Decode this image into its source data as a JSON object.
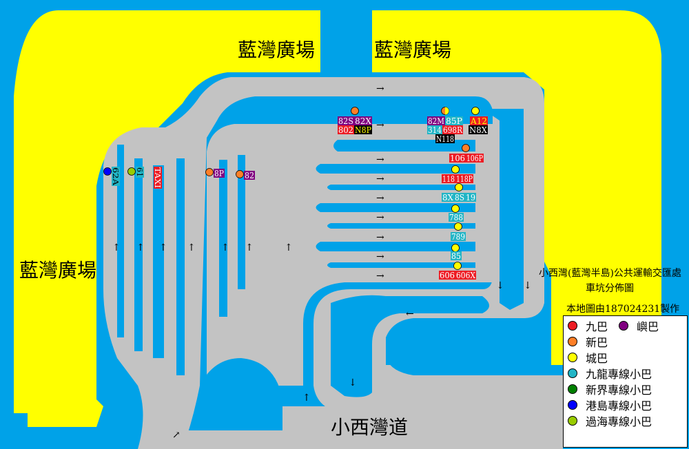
{
  "map": {
    "title_line1": "小西灣(藍灣半島)公共運輸交匯處",
    "title_line2": "車坑分佈圖",
    "credit": "本地圖由187024231製作",
    "place_labels": {
      "mall_top_left": "藍灣廣場",
      "mall_top_right": "藍灣廣場",
      "mall_left": "藍灣廣場",
      "road": "小西灣道"
    },
    "colors": {
      "water": "#00a2e8",
      "land": "#ffff00",
      "road": "#c3c3c3",
      "kmb": "#ed1c24",
      "nwfb": "#ff7f27",
      "ctb": "#ffff00",
      "lantau": "#800080",
      "kowloon_minibus": "#22b5c6",
      "nt_minibus": "#008000",
      "hk_minibus": "#0000ff",
      "cross_harbour_minibus": "#99cc00"
    },
    "arrows": {
      "right": "→",
      "left": "←",
      "up": "↑",
      "down": "↓",
      "up_right": "↗"
    },
    "route_tags": {
      "r82S": "82S",
      "r82X": "82X",
      "r802": "802",
      "rN8P": "N8P",
      "r82M": "82M",
      "r85P": "85P",
      "r314": "314",
      "r698R": "698R",
      "rN118": "N118",
      "rA12": "A12",
      "rN8X": "N8X",
      "r106": "106",
      "r106P": "106P",
      "r118": "118",
      "r118P": "118P",
      "r8X": "8X",
      "r8S": "8S",
      "r19": "19",
      "r788": "788",
      "r789": "789",
      "r85": "85",
      "r606": "606",
      "r606X": "606X",
      "r8P": "8P",
      "r82": "82",
      "r62A": "62A",
      "r61": "61",
      "rTAXI": "TAXI"
    }
  },
  "legend": {
    "items": [
      {
        "label": "九巴",
        "color": "#ed1c24"
      },
      {
        "label": "嶼巴",
        "color": "#800080"
      },
      {
        "label": "新巴",
        "color": "#ff7f27"
      },
      {
        "label": "城巴",
        "color": "#ffff00"
      },
      {
        "label": "九龍專線小巴",
        "color": "#22b5c6"
      },
      {
        "label": "新界專線小巴",
        "color": "#008000"
      },
      {
        "label": "港島專線小巴",
        "color": "#0000ff"
      },
      {
        "label": "過海專線小巴",
        "color": "#99cc00"
      }
    ]
  }
}
